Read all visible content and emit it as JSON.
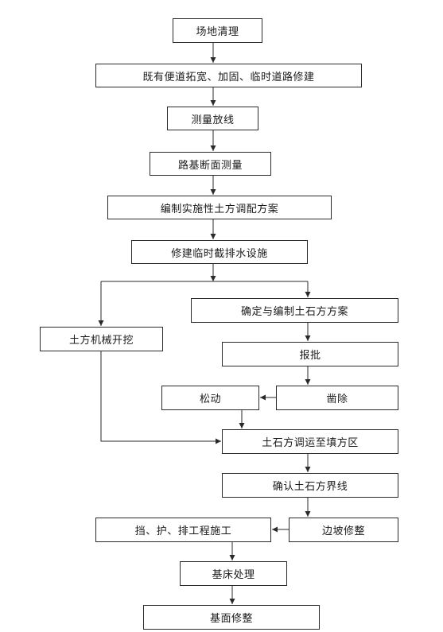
{
  "steps": [
    "场地清理",
    "既有便道拓宽、加固、临时道路修建",
    "测量放线",
    "路基断面测量",
    "编制实施性土方调配方案",
    "修建临时截排水设施",
    "确定与编制土石方方案",
    "土方机械开挖",
    "报批",
    "松动",
    "凿除",
    "土石方调运至填方区",
    "确认土石方界线",
    "挡、护、排工程施工",
    "边坡修整",
    "基床处理",
    "基面修整"
  ],
  "connections": [
    {
      "from": "场地清理",
      "to": "既有便道拓宽、加固、临时道路修建"
    },
    {
      "from": "既有便道拓宽、加固、临时道路修建",
      "to": "测量放线"
    },
    {
      "from": "测量放线",
      "to": "路基断面测量"
    },
    {
      "from": "路基断面测量",
      "to": "编制实施性土方调配方案"
    },
    {
      "from": "编制实施性土方调配方案",
      "to": "修建临时截排水设施"
    },
    {
      "from": "修建临时截排水设施",
      "to": "确定与编制土石方方案"
    },
    {
      "from": "修建临时截排水设施",
      "to": "土方机械开挖"
    },
    {
      "from": "确定与编制土石方方案",
      "to": "报批"
    },
    {
      "from": "报批",
      "to": "凿除"
    },
    {
      "from": "凿除",
      "to": "松动"
    },
    {
      "from": "松动",
      "to": "土石方调运至填方区"
    },
    {
      "from": "土方机械开挖",
      "to": "土石方调运至填方区"
    },
    {
      "from": "土石方调运至填方区",
      "to": "确认土石方界线"
    },
    {
      "from": "确认土石方界线",
      "to": "边坡修整"
    },
    {
      "from": "边坡修整",
      "to": "挡、护、排工程施工"
    },
    {
      "from": "挡、护、排工程施工",
      "to": "基床处理"
    },
    {
      "from": "基床处理",
      "to": "基面修整"
    }
  ],
  "colors": {
    "line": "#2a2a2a",
    "box_border": "#2a2a2a",
    "text": "#1a1a1a",
    "background": "#ffffff"
  }
}
